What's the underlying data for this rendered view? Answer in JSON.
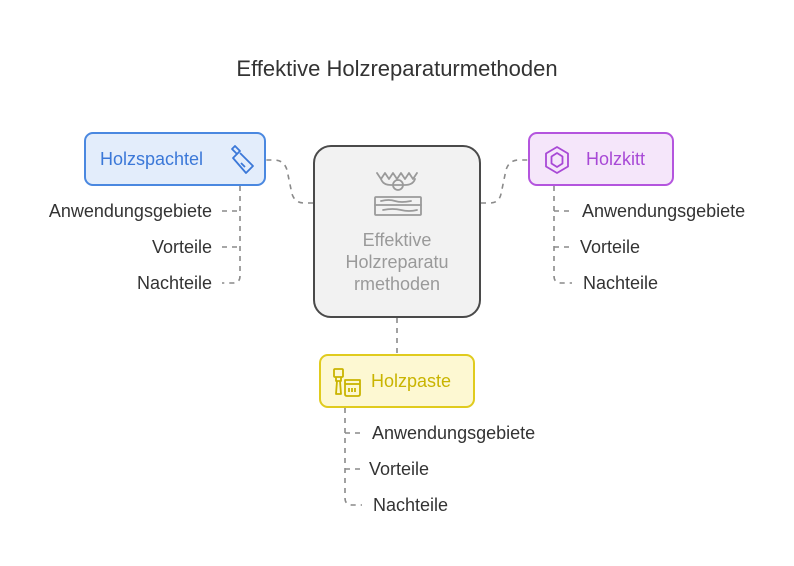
{
  "title": "Effektive Holzreparaturmethoden",
  "center": {
    "line1": "Effektive",
    "line2": "Holzreparatu",
    "line3": "rmethoden"
  },
  "nodes": {
    "spachtel": {
      "label": "Holzspachtel",
      "icon": "putty-knife-icon",
      "items": [
        "Anwendungsgebiete",
        "Vorteile",
        "Nachteile"
      ]
    },
    "kitt": {
      "label": "Holzkitt",
      "icon": "hex-nut-icon",
      "items": [
        "Anwendungsgebiete",
        "Vorteile",
        "Nachteile"
      ]
    },
    "paste": {
      "label": "Holzpaste",
      "icon": "paint-brush-can-icon",
      "items": [
        "Anwendungsgebiete",
        "Vorteile",
        "Nachteile"
      ]
    }
  },
  "colors": {
    "spachtel": "#4a88e0",
    "kitt": "#b455de",
    "paste": "#e0cb1e",
    "center_border": "#4a4a4a",
    "connector": "#8a8a8a"
  }
}
